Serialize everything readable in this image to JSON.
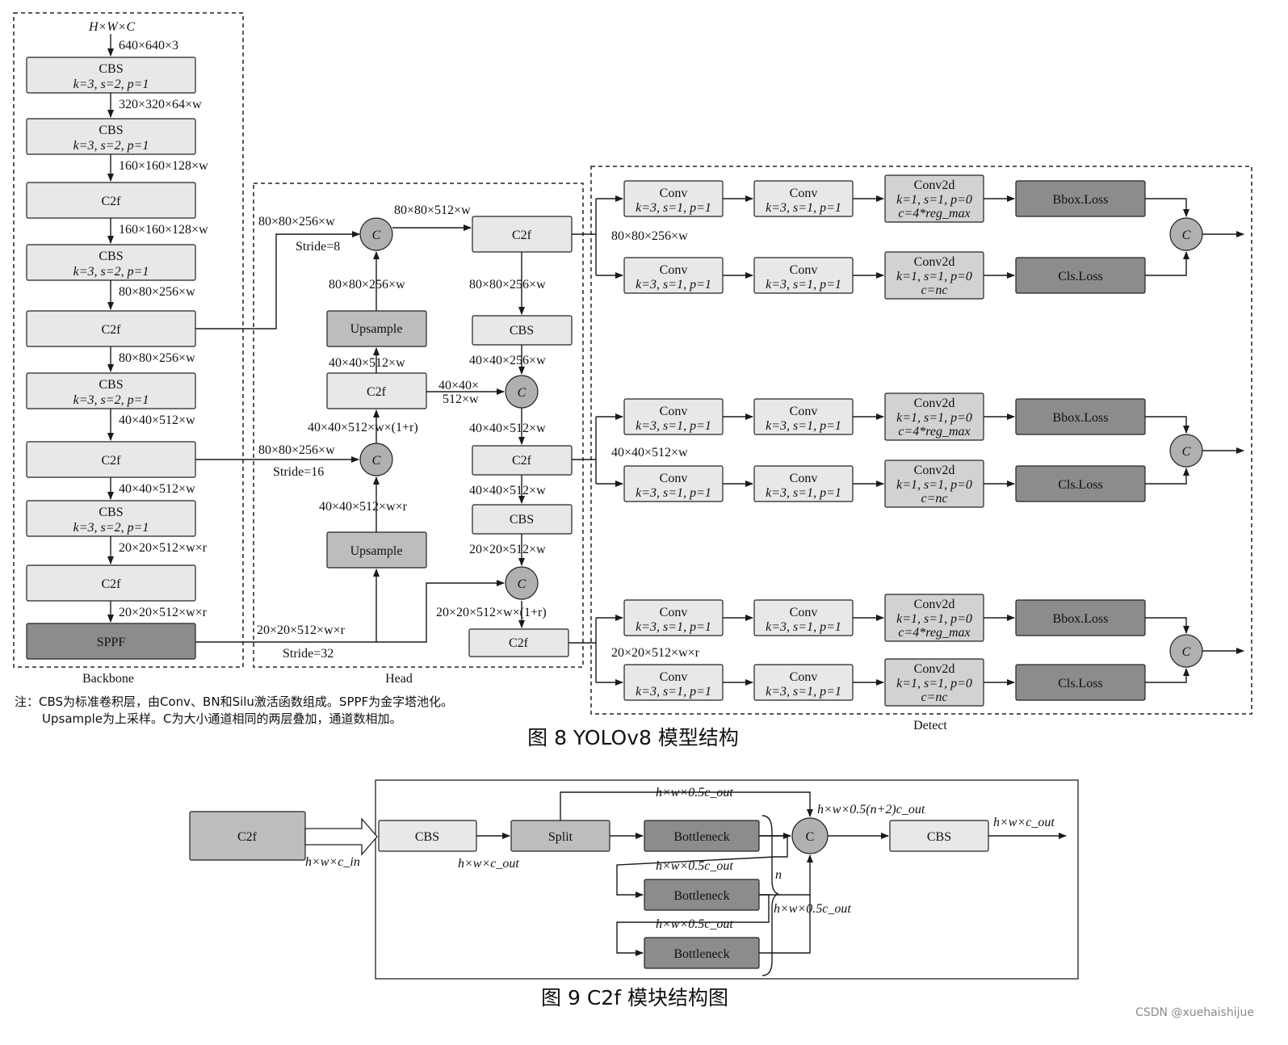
{
  "fig8": {
    "caption": "图 8   YOLOv8 模型结构",
    "backbone": {
      "title": "Backbone",
      "input_label": "H×W×C",
      "blocks": [
        {
          "name": "CBS",
          "params": "k=3, s=2, p=1"
        },
        {
          "name": "CBS",
          "params": "k=3, s=2, p=1"
        },
        {
          "name": "C2f",
          "params": ""
        },
        {
          "name": "CBS",
          "params": "k=3, s=2, p=1"
        },
        {
          "name": "C2f",
          "params": ""
        },
        {
          "name": "CBS",
          "params": "k=3, s=2, p=1"
        },
        {
          "name": "C2f",
          "params": ""
        },
        {
          "name": "CBS",
          "params": "k=3, s=2, p=1"
        },
        {
          "name": "C2f",
          "params": ""
        },
        {
          "name": "SPPF",
          "params": ""
        }
      ],
      "dims": [
        "640×640×3",
        "320×320×64×w",
        "160×160×128×w",
        "160×160×128×w",
        "80×80×256×w",
        "80×80×256×w",
        "40×40×512×w",
        "40×40×512×w",
        "20×20×512×w×r",
        "20×20×512×w×r"
      ]
    },
    "head": {
      "title": "Head",
      "c_label": "C",
      "upsample1": "Upsample",
      "upsample2": "Upsample",
      "c2f_mid": "C2f",
      "c2f_out1": "C2f",
      "c2f_out2": "C2f",
      "c2f_out3": "C2f",
      "cbs1": "CBS",
      "cbs2": "CBS",
      "labels": {
        "to_c1_from_backbone": "80×80×256×w",
        "stride8": "Stride=8",
        "c1_to_c2f": "80×80×512×w",
        "up1_to_c1": "80×80×256×w",
        "c2f_to_cbs1": "80×80×256×w",
        "c2fmid_to_up1": "40×40×512×w",
        "cbs1_to_c3": "40×40×256×w",
        "c2fmid_to_c3_a": "40×40×",
        "c2fmid_to_c3_b": "512×w",
        "c2_to_c2fmid": "40×40×512×w×(1+r)",
        "c3_to_c2f2": "40×40×512×w",
        "to_c2_from_backbone": "80×80×256×w",
        "stride16": "Stride=16",
        "up2_to_c2": "40×40×512×w×r",
        "c2f2_to_cbs2": "40×40×512×w",
        "cbs2_to_c4": "20×20×512×w",
        "sppf_to_head": "20×20×512×w×r",
        "c4_to_c2f3": "20×20×512×w×(1+r)",
        "stride32": "Stride=32"
      }
    },
    "detect": {
      "title": "Detect",
      "branches": [
        {
          "input": "80×80×256×w",
          "conv": "Conv",
          "conv_params": "k=3, s=1, p=1",
          "conv2d": "Conv2d",
          "bbox_p1": "k=1, s=1, p=0",
          "bbox_p2": "c=4*reg_max",
          "cls_p2": "c=nc",
          "bbox_loss": "Bbox.Loss",
          "cls_loss": "Cls.Loss"
        },
        {
          "input": "40×40×512×w",
          "conv": "Conv",
          "conv_params": "k=3, s=1, p=1",
          "conv2d": "Conv2d",
          "bbox_p1": "k=1, s=1, p=0",
          "bbox_p2": "c=4*reg_max",
          "cls_p2": "c=nc",
          "bbox_loss": "Bbox.Loss",
          "cls_loss": "Cls.Loss"
        },
        {
          "input": "20×20×512×w×r",
          "conv": "Conv",
          "conv_params": "k=3, s=1, p=1",
          "conv2d": "Conv2d",
          "bbox_p1": "k=1, s=1, p=0",
          "bbox_p2": "c=4*reg_max",
          "cls_p2": "c=nc",
          "bbox_loss": "Bbox.Loss",
          "cls_loss": "Cls.Loss"
        }
      ]
    },
    "note_line1": "注：CBS为标准卷积层，由Conv、BN和Silu激活函数组成。SPPF为金字塔池化。",
    "note_line2": "Upsample为上采样。C为大小通道相同的两层叠加，通道数相加。"
  },
  "fig9": {
    "caption": "图 9   C2f 模块结构图",
    "c2f": "C2f",
    "cbs_in": "CBS",
    "split": "Split",
    "bottleneck": "Bottleneck",
    "concat": "C",
    "cbs_out": "CBS",
    "n_label": "n",
    "labels": {
      "in": "h×w×c_in",
      "cbs_split": "h×w×c_out",
      "split_top": "h×w×0.5c_out",
      "to_concat": "h×w×0.5(n+2)c_out",
      "out": "h×w×c_out",
      "b1_to_b2": "h×w×0.5c_out",
      "b2_to_b3": "h×w×0.5c_out",
      "brace": "h×w×0.5c_out"
    }
  },
  "watermark": "CSDN @xuehaishijue",
  "colors": {
    "light_box": "#e8e8e8",
    "mid_box": "#bdbdbd",
    "dark_box": "#8c8c8c",
    "concat": "#b0b0b0",
    "line": "#1a1a1a"
  }
}
